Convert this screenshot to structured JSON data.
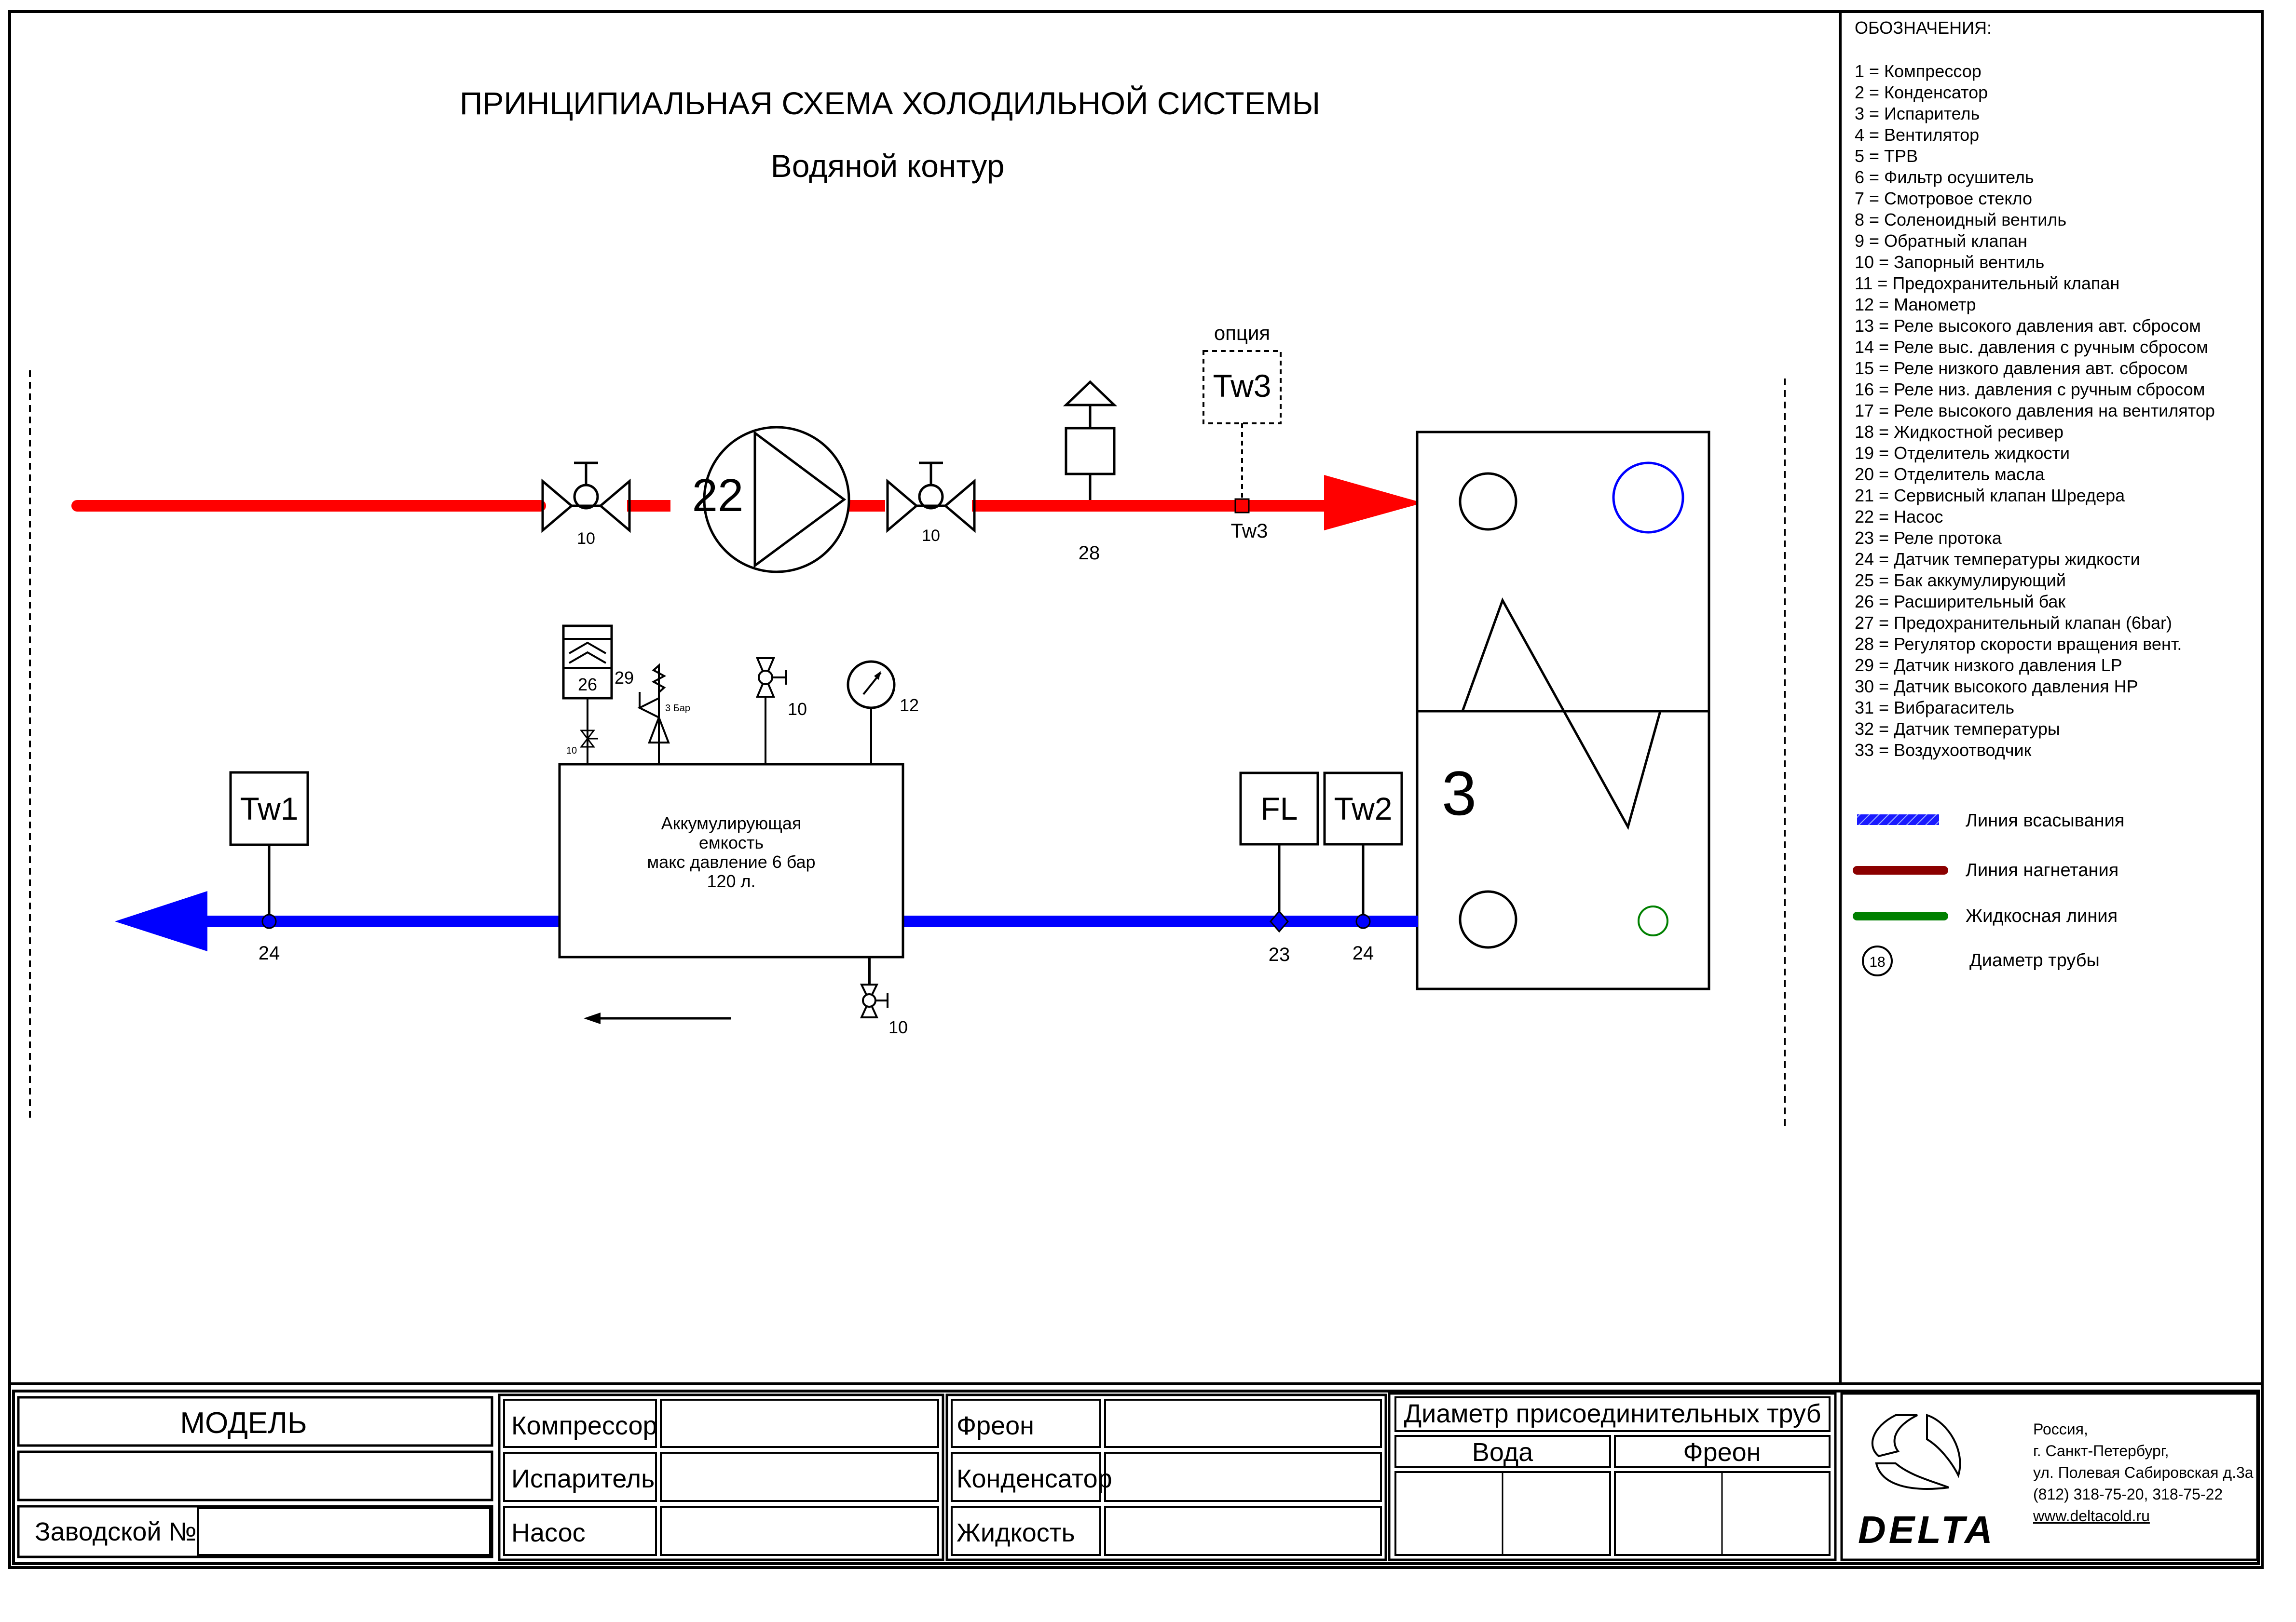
{
  "title": "ПРИНЦИПИАЛЬНАЯ СХЕМА ХОЛОДИЛЬНОЙ СИСТЕМЫ",
  "subtitle": "Водяной контур",
  "legend": {
    "heading": "ОБОЗНАЧЕНИЯ:",
    "items": [
      "1 = Компрессор",
      "2 = Конденсатор",
      "3 = Испаритель",
      "4 = Вентилятор",
      "5 = ТРВ",
      "6 = Фильтр осушитель",
      "7 = Смотровое стекло",
      "8 = Соленоидный вентиль",
      "9 = Обратный клапан",
      "10 = Запорный вентиль",
      "11 = Предохранительный клапан",
      "12 = Манометр",
      "13 = Реле высокого давления авт. сбросом",
      "14 = Реле выс. давления с ручным сбросом",
      "15 = Реле низкого давления авт. сбросом",
      "16 = Реле низ. давления с ручным сбросом",
      "17 = Реле высокого давления на вентилятор",
      "18 = Жидкостной ресивер",
      "19 = Отделитель жидкости",
      "20 = Отделитель масла",
      "21 = Сервисный клапан Шредера",
      "22 = Насос",
      "23 = Реле протока",
      "24 = Датчик температуры жидкости",
      "25 = Бак аккумулирующий",
      "26 = Расширительный бак",
      "27 = Предохранительный клапан (6bar)",
      "28 = Регулятор скорости вращения вент.",
      "29 = Датчик низкого давления LP",
      "30 = Датчик высокого давления HP",
      "31 = Вибрагаситель",
      "32 = Датчик температуры",
      "33 = Воздухоотводчик"
    ],
    "lines": [
      {
        "label": "Линия всасывания",
        "color": "#1a1aff"
      },
      {
        "label": "Линия нагнетания",
        "color": "#8b0000"
      },
      {
        "label": "Жидкосная линия",
        "color": "#008000"
      }
    ],
    "diameter_symbol": "18",
    "diameter_label": "Диаметр трубы"
  },
  "diagram": {
    "pump_number": "22",
    "valve_label": "10",
    "regulator_label": "28",
    "option_label": "опция",
    "tw3": "Tw3",
    "tw1": "Tw1",
    "tw2": "Tw2",
    "fl": "FL",
    "evaporator_number": "3",
    "expansion_tank_number": "26",
    "safety_valve_number": "29",
    "safety_valve_pressure": "3 Бар",
    "manometer_number": "12",
    "sensor_number": "24",
    "flow_switch_number": "23",
    "tank_text": [
      "Аккумулирующая",
      "емкость",
      "макс давление 6 бар",
      "120 л."
    ],
    "colors": {
      "supply": "#ff0000",
      "return": "#0000ff"
    }
  },
  "title_block": {
    "model_label": "МОДЕЛЬ",
    "serial_label": "Заводской №",
    "compressor_label": "Компрессор",
    "evaporator_label": "Испаритель",
    "pump_label": "Насос",
    "freon_label": "Фреон",
    "condenser_label": "Конденсатор",
    "liquid_label": "Жидкость",
    "pipes_heading": "Диаметр присоединительных труб",
    "water_label": "Вода",
    "freon_col_label": "Фреон"
  },
  "company": {
    "logo": "DELTA",
    "address": [
      "Россия,",
      "г. Санкт-Петербург,",
      "ул. Полевая Сабировская д.3а",
      "(812) 318-75-20, 318-75-22",
      "www.deltacold.ru"
    ]
  }
}
